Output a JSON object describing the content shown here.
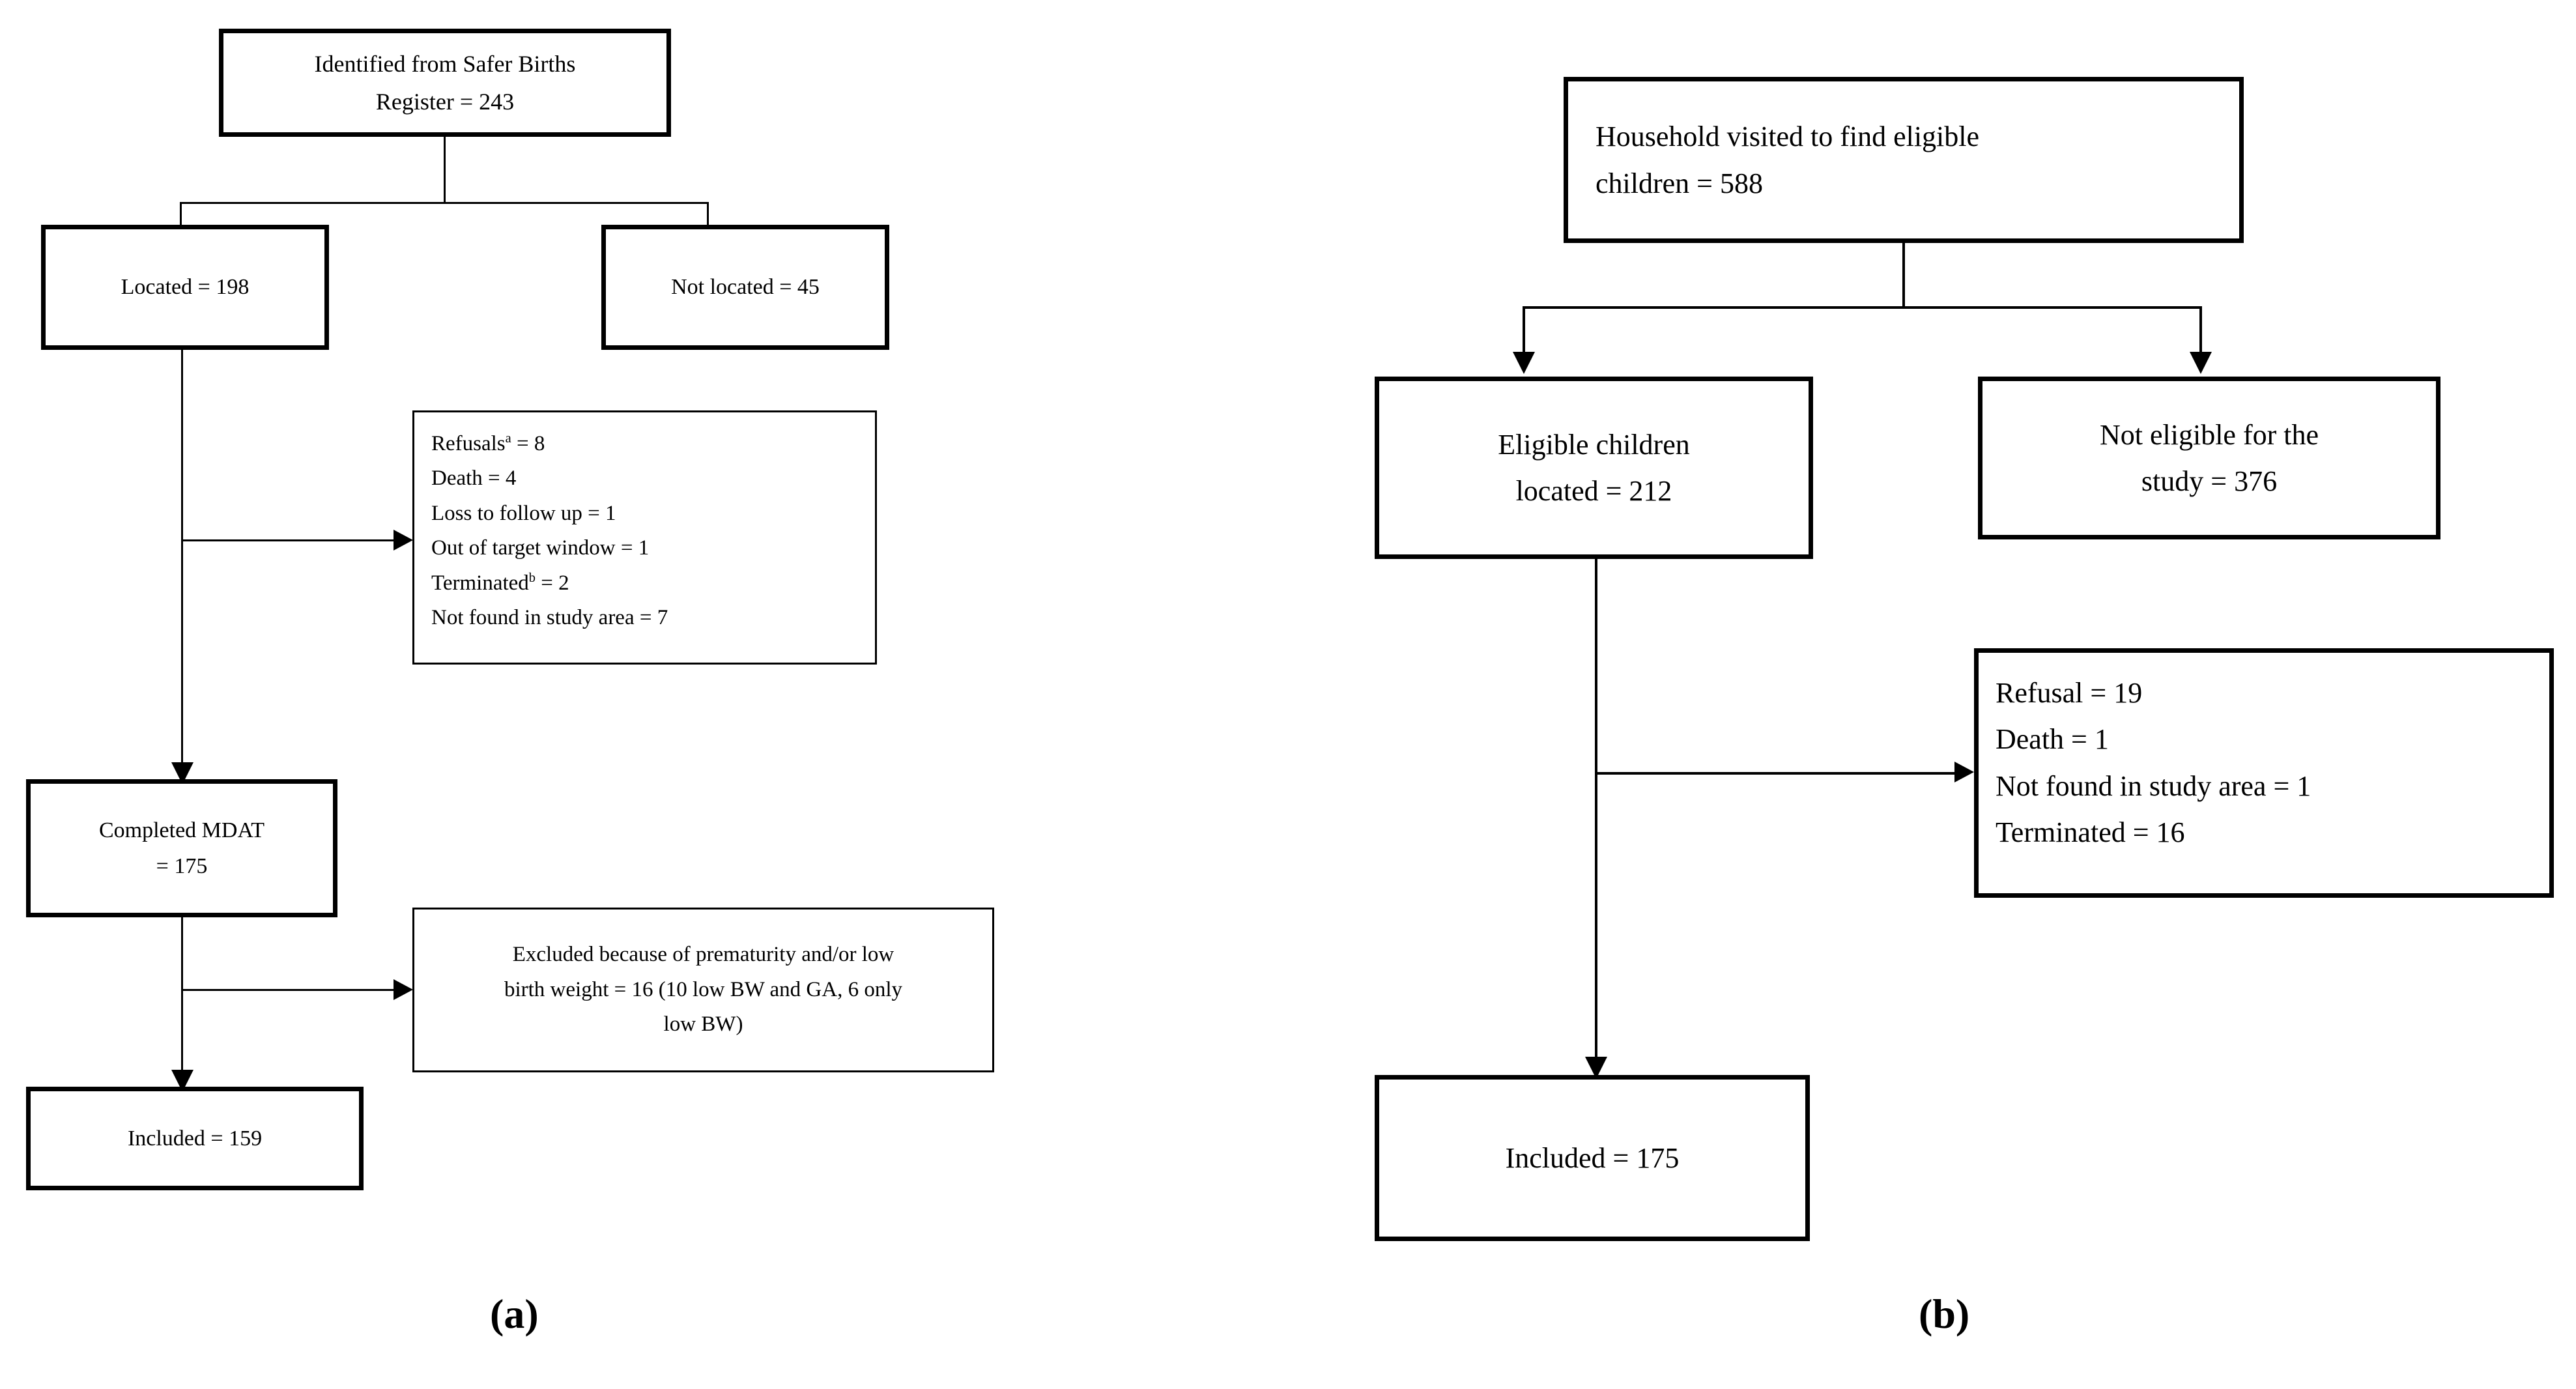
{
  "figure": {
    "type": "flowchart",
    "panels": [
      {
        "id": "a",
        "caption": "(a)",
        "nodes": [
          {
            "id": "identified",
            "lines": [
              "Identified from Safer Births",
              "Register = 243"
            ]
          },
          {
            "id": "located",
            "lines": [
              "Located = 198"
            ]
          },
          {
            "id": "not-located",
            "lines": [
              "Not located = 45"
            ]
          },
          {
            "id": "attrition-list",
            "lines": [
              "Refusalsᵃ = 8",
              "Death = 4",
              "Loss to follow up = 1",
              "Out of target window = 1",
              "Terminatedᵇ = 2",
              "Not found in study area = 7"
            ],
            "items": [
              {
                "label": "Refusals",
                "note": "a",
                "value": "8"
              },
              {
                "label": "Death",
                "note": "",
                "value": "4"
              },
              {
                "label": "Loss to follow up",
                "note": "",
                "value": "1"
              },
              {
                "label": "Out of target window",
                "note": "",
                "value": "1"
              },
              {
                "label": "Terminated",
                "note": "b",
                "value": "2"
              },
              {
                "label": "Not found in study area",
                "note": "",
                "value": "7"
              }
            ]
          },
          {
            "id": "completed-mdat",
            "lines": [
              "Completed MDAT",
              "= 175"
            ]
          },
          {
            "id": "excluded",
            "lines": [
              "Excluded because of prematurity and/or low birth weight = 16 (10 low BW and GA, 6 only low BW)"
            ]
          },
          {
            "id": "included-a",
            "lines": [
              "Included = 159"
            ]
          }
        ]
      },
      {
        "id": "b",
        "caption": "(b)",
        "nodes": [
          {
            "id": "household",
            "lines": [
              "Household visited to find eligible",
              "children = 588"
            ]
          },
          {
            "id": "eligible",
            "lines": [
              "Eligible children",
              "located = 212"
            ]
          },
          {
            "id": "not-eligible",
            "lines": [
              "Not eligible for the",
              "study = 376"
            ]
          },
          {
            "id": "attrition-list-b",
            "lines": [
              "Refusal = 19",
              "Death = 1",
              "Not found in study area = 1",
              "Terminated = 16"
            ],
            "items": [
              {
                "label": "Refusal",
                "value": "19"
              },
              {
                "label": "Death",
                "value": "1"
              },
              {
                "label": "Not found in study area",
                "value": "1"
              },
              {
                "label": "Terminated",
                "value": "16"
              }
            ]
          },
          {
            "id": "included-b",
            "lines": [
              "Included = 175"
            ]
          }
        ]
      }
    ]
  },
  "a": {
    "identified_l1": "Identified from Safer Births",
    "identified_l2": "Register = 243",
    "located": "Located = 198",
    "not_located": "Not located = 45",
    "refusals_label": "Refusals",
    "refusals_sup": "a",
    "refusals_val": "= 8",
    "death": "Death = 4",
    "loss": "Loss to follow up = 1",
    "window": "Out of target window = 1",
    "terminated_label": "Terminated",
    "terminated_sup": "b",
    "terminated_val": "= 2",
    "notfound": "Not found in study area = 7",
    "mdat_l1": "Completed MDAT",
    "mdat_l2": "= 175",
    "excluded_l1": "Excluded because of prematurity and/or low",
    "excluded_l2": "birth weight = 16 (10 low BW and GA, 6 only",
    "excluded_l3": "low BW)",
    "included": "Included = 159",
    "caption": "(a)"
  },
  "b": {
    "household_l1": "Household visited to find eligible",
    "household_l2": "children = 588",
    "eligible_l1": "Eligible children",
    "eligible_l2": "located = 212",
    "not_eligible_l1": "Not eligible for the",
    "not_eligible_l2": "study = 376",
    "refusal": "Refusal = 19",
    "death": "Death = 1",
    "notfound": "Not found in study area = 1",
    "terminated": "Terminated = 16",
    "included": "Included = 175",
    "caption": "(b)"
  },
  "colors": {
    "stroke": "#000000",
    "fill": "#ffffff",
    "text": "#000000"
  }
}
